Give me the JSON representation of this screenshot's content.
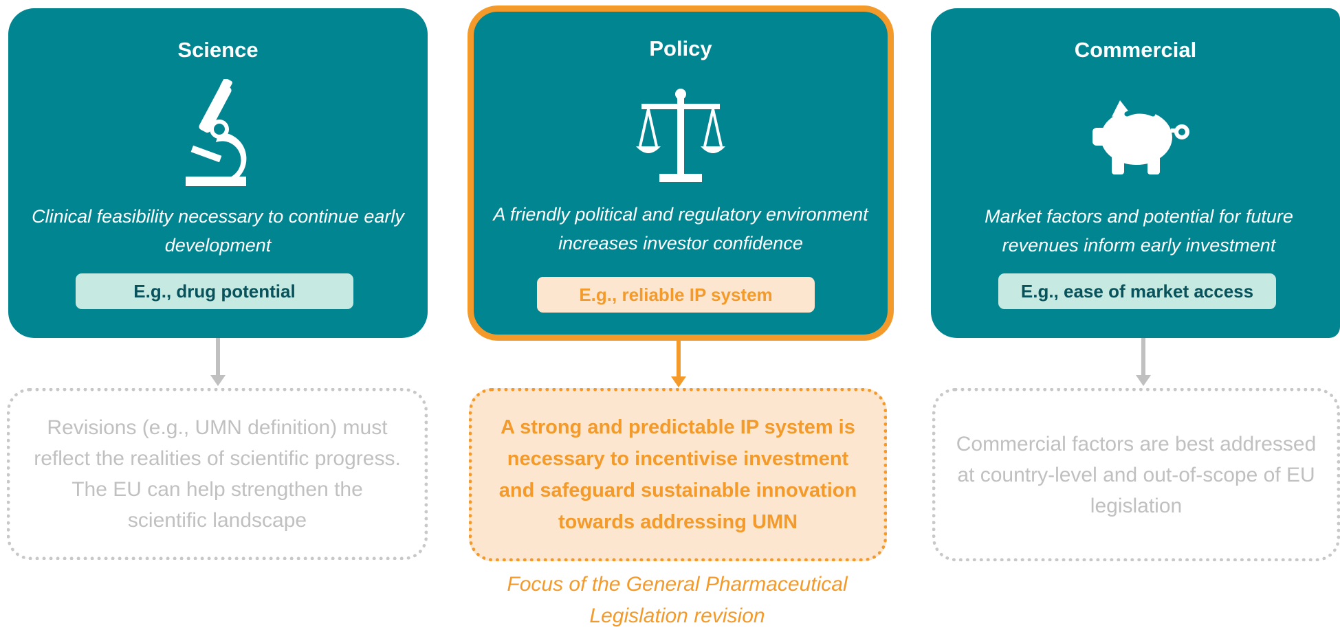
{
  "colors": {
    "card_teal": "#008591",
    "pill_green": "#c6e9e2",
    "pill_green_text": "#08525b",
    "accent_orange": "#f39a2a",
    "orange_light": "#fce6cf",
    "grey": "#c0c0c0"
  },
  "columns": [
    {
      "title": "Science",
      "icon": "microscope-icon",
      "description": "Clinical feasibility necessary to continue early development",
      "example": "E.g., drug potential",
      "outcome": "Revisions (e.g., UMN definition) must reflect the realities of scientific progress. The EU can help strengthen the scientific landscape"
    },
    {
      "title": "Policy",
      "icon": "scales-icon",
      "description": "A friendly political and regulatory environment increases investor confidence",
      "example": "E.g., reliable IP system",
      "outcome": "A strong and predictable IP system is necessary to incentivise investment and safeguard sustainable innovation towards addressing UMN",
      "highlighted": true
    },
    {
      "title": "Commercial",
      "icon": "piggy-bank-icon",
      "description": "Market factors and potential for future revenues inform early investment",
      "example": "E.g., ease of market access",
      "outcome": "Commercial factors are best addressed at country-level and out-of-scope of EU legislation"
    }
  ],
  "footnote": "Focus of the General Pharmaceutical Legislation revision"
}
